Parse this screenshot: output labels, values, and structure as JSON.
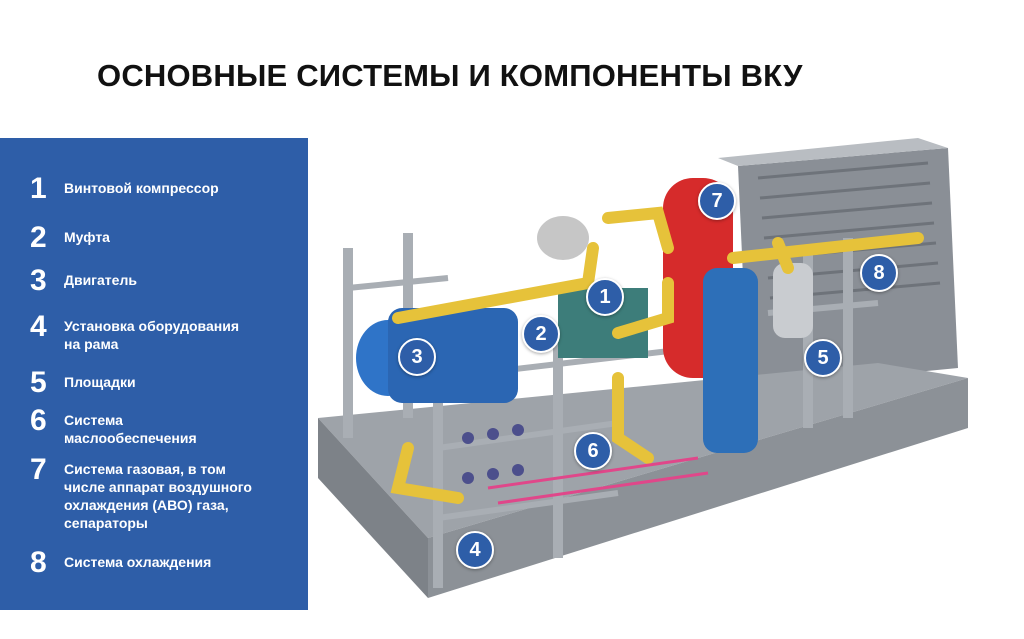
{
  "title": "ОСНОВНЫЕ СИСТЕМЫ И КОМПОНЕНТЫ ВКУ",
  "colors": {
    "panel": "#2e5ea8",
    "marker": "#2e5ea8",
    "pipe": "#e6c23a",
    "vessel_red": "#d62b2b",
    "frame": "#a9aeb4"
  },
  "legend": [
    {
      "num": "1",
      "text": "Винтовой компрессор"
    },
    {
      "num": "2",
      "text": "Муфта"
    },
    {
      "num": "3",
      "text": "Двигатель"
    },
    {
      "num": "4",
      "text": "Установка оборудования\nна рама"
    },
    {
      "num": "5",
      "text": "Площадки"
    },
    {
      "num": "6",
      "text": "Система\nмаслообеспечения"
    },
    {
      "num": "7",
      "text": "Система газовая, в том\nчисле аппарат воздушного\nохлаждения (АВО) газа,\nсепараторы"
    },
    {
      "num": "8",
      "text": "Система охлаждения"
    }
  ],
  "markers": [
    "1",
    "2",
    "3",
    "4",
    "5",
    "6",
    "7",
    "8"
  ]
}
